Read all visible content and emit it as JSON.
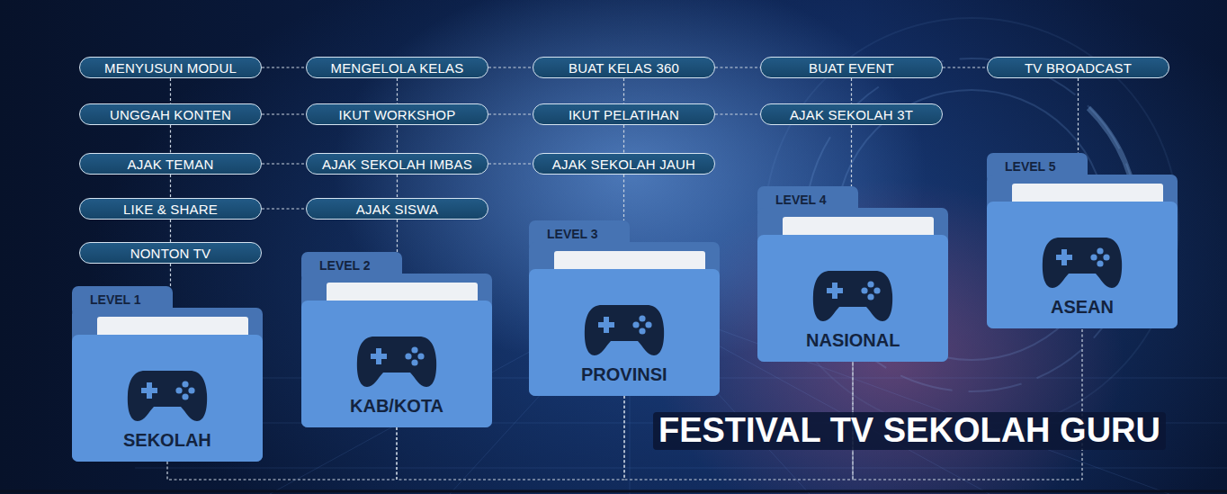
{
  "diagram": {
    "title": "FESTIVAL TV SEKOLAH GURU",
    "nodes": [
      {
        "text": [
          "MENYUSUN MODUL"
        ]
      },
      {
        "text": [
          "MENGELOLA KELAS"
        ]
      },
      {
        "text": [
          "BUAT KELAS 360"
        ]
      },
      {
        "text": [
          "BUAT EVENT"
        ]
      },
      {
        "text": [
          "TV BROADCAST"
        ]
      },
      {
        "text": [
          "UNGGAH KONTEN"
        ]
      },
      {
        "text": [
          "IKUT WORKSHOP"
        ]
      },
      {
        "text": [
          "IKUT PELATIHAN"
        ]
      },
      {
        "text": [
          "AJAK SEKOLAH 3T"
        ]
      },
      {
        "text": [
          "AJAK TEMAN"
        ]
      },
      {
        "text": [
          "AJAK SEKOLAH IMBAS"
        ]
      },
      {
        "text": [
          "AJAK SEKOLAH JAUH"
        ]
      },
      {
        "text": [
          "LIKE & SHARE"
        ]
      },
      {
        "text": [
          "AJAK SISWA"
        ]
      },
      {
        "text": [
          "NONTON TV"
        ]
      },
      {
        "text": [
          "LEVEL 1",
          "SEKOLAH"
        ]
      },
      {
        "text": [
          "LEVEL 2",
          "KAB/KOTA"
        ]
      },
      {
        "text": [
          "LEVEL 3",
          "PROVINSI"
        ]
      },
      {
        "text": [
          "LEVEL 4",
          "NASIONAL"
        ]
      },
      {
        "text": [
          "LEVEL 5",
          "ASEAN"
        ]
      }
    ],
    "edges": [
      {
        "from": 0,
        "to": 1,
        "arrow": "none"
      },
      {
        "from": 1,
        "to": 2,
        "arrow": "none"
      },
      {
        "from": 2,
        "to": 3,
        "arrow": "none"
      },
      {
        "from": 3,
        "to": 4,
        "arrow": "none"
      },
      {
        "from": 5,
        "to": 6,
        "arrow": "none"
      },
      {
        "from": 6,
        "to": 7,
        "arrow": "none"
      },
      {
        "from": 7,
        "to": 8,
        "arrow": "none"
      },
      {
        "from": 9,
        "to": 10,
        "arrow": "none"
      },
      {
        "from": 10,
        "to": 11,
        "arrow": "none"
      },
      {
        "from": 12,
        "to": 13,
        "arrow": "none"
      },
      {
        "from": 0,
        "to": 5,
        "arrow": "none"
      },
      {
        "from": 5,
        "to": 9,
        "arrow": "none"
      },
      {
        "from": 9,
        "to": 12,
        "arrow": "none"
      },
      {
        "from": 12,
        "to": 14,
        "arrow": "none"
      },
      {
        "from": 14,
        "to": 15,
        "arrow": "none"
      },
      {
        "from": 1,
        "to": 6,
        "arrow": "none"
      },
      {
        "from": 6,
        "to": 10,
        "arrow": "none"
      },
      {
        "from": 10,
        "to": 13,
        "arrow": "none"
      },
      {
        "from": 13,
        "to": 16,
        "arrow": "none"
      },
      {
        "from": 2,
        "to": 7,
        "arrow": "none"
      },
      {
        "from": 7,
        "to": 11,
        "arrow": "none"
      },
      {
        "from": 11,
        "to": 17,
        "arrow": "none"
      },
      {
        "from": 3,
        "to": 8,
        "arrow": "none"
      },
      {
        "from": 8,
        "to": 18,
        "arrow": "none"
      },
      {
        "from": 4,
        "to": 19,
        "arrow": "none"
      },
      {
        "from": 15,
        "to": 16,
        "arrow": "none"
      },
      {
        "from": 16,
        "to": 17,
        "arrow": "none"
      },
      {
        "from": 17,
        "to": 18,
        "arrow": "none"
      },
      {
        "from": 18,
        "to": 19,
        "arrow": "none"
      }
    ]
  }
}
